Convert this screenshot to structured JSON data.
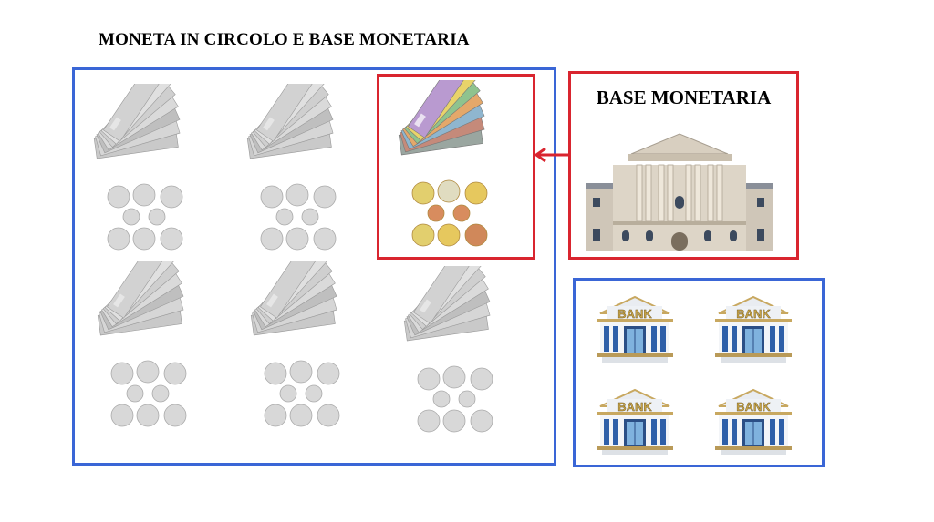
{
  "title": "MONETA IN CIRCOLO E BASE MONETARIA",
  "base_monetaria": {
    "label": "BASE MONETARIA",
    "image": "central-bank-building"
  },
  "money_groups": [
    {
      "style": "grey"
    },
    {
      "style": "grey"
    },
    {
      "style": "color"
    },
    {
      "style": "grey"
    },
    {
      "style": "grey"
    },
    {
      "style": "grey"
    }
  ],
  "banks": [
    {
      "sign": "BANK"
    },
    {
      "sign": "BANK"
    },
    {
      "sign": "BANK"
    },
    {
      "sign": "BANK"
    }
  ],
  "colors": {
    "blue_border": "#3a66d6",
    "red_border": "#d9252f"
  }
}
